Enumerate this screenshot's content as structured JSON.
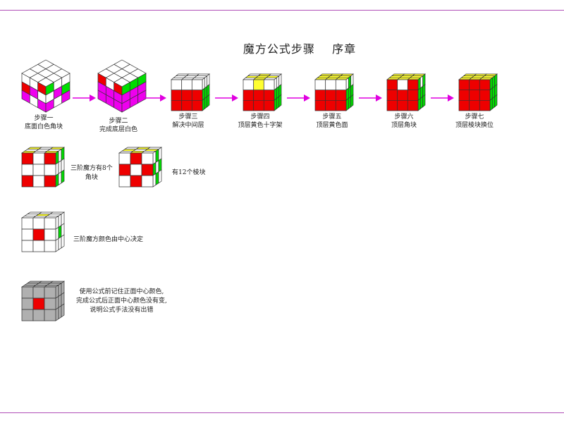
{
  "title": "魔方公式步骤    序章",
  "colors": {
    "white": "#ffffff",
    "red": "#ee0000",
    "green": "#00dd00",
    "yellow": "#ffff30",
    "magenta": "#ee00ee",
    "gray": "#b0b0b0",
    "rule": "#b050b8",
    "arrow": "#e000e0"
  },
  "steps": [
    {
      "name": "步骤一",
      "desc": "底面白色角块"
    },
    {
      "name": "步骤二",
      "desc": "完成底层白色"
    },
    {
      "name": "步骤三",
      "desc": "解决中间层"
    },
    {
      "name": "步骤四",
      "desc": "顶层黄色十字架"
    },
    {
      "name": "步骤五",
      "desc": "顶层黄色面"
    },
    {
      "name": "步骤六",
      "desc": "顶层角块"
    },
    {
      "name": "步骤七",
      "desc": "顶层棱块换位"
    }
  ],
  "notes": {
    "corners": [
      "三阶魔方有8个",
      "角块"
    ],
    "edges": "有12个棱块",
    "center": "三阶魔方颜色由中心决定",
    "formula": [
      "使用公式前记住正面中心颜色,",
      "完成公式后正面中心颜色没有变,",
      "说明公式手法没有出错"
    ]
  }
}
